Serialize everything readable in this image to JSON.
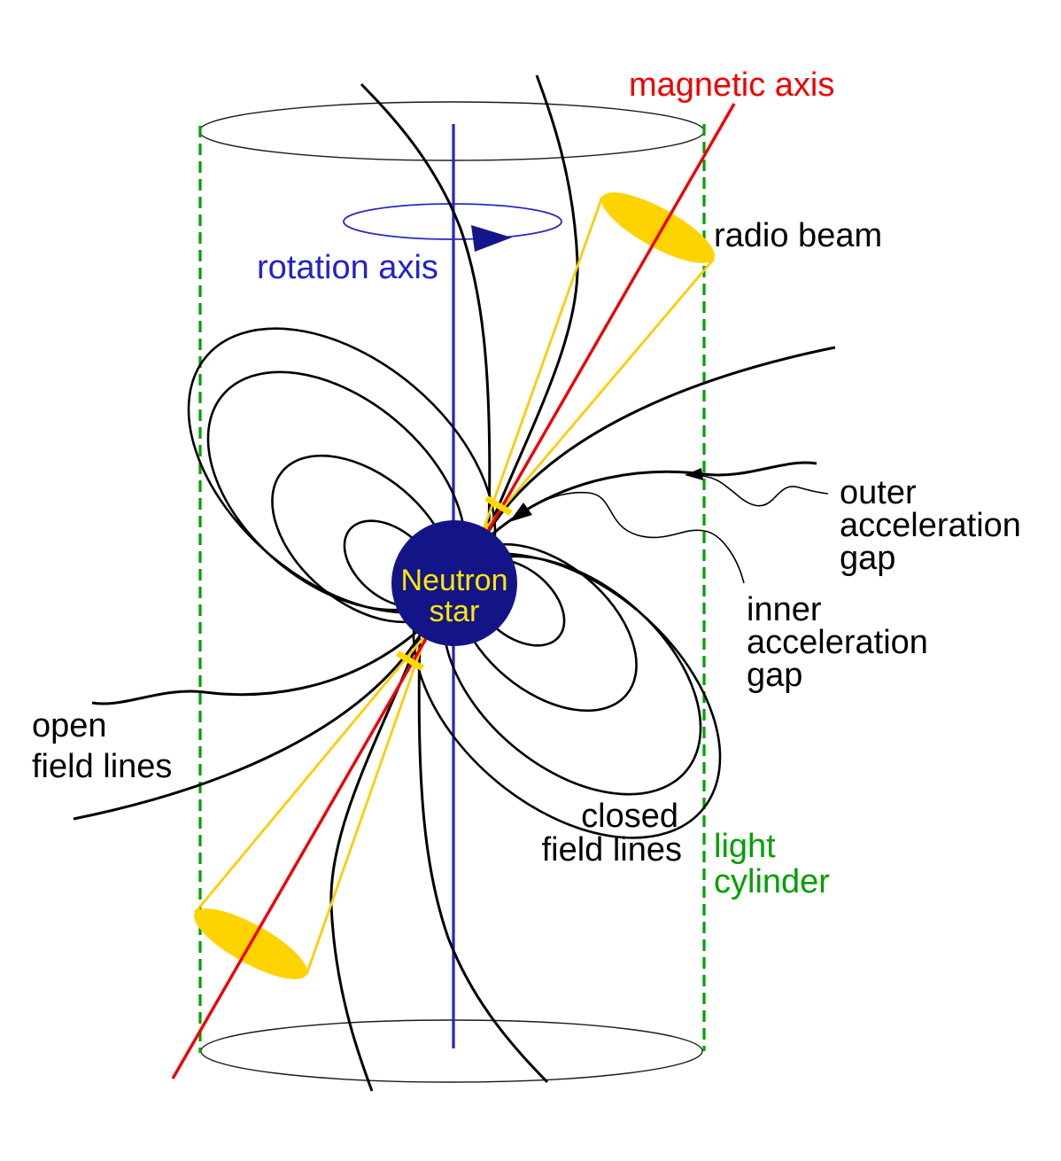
{
  "figure": {
    "type": "pulsar magnetosphere diagram",
    "background": "#ffffff"
  },
  "labels": {
    "magnetic_axis": {
      "text": "magnetic axis",
      "color": "#ee0000"
    },
    "rotation_axis": {
      "text": "rotation axis",
      "color": "#2222cc"
    },
    "radio_beam": {
      "text": "radio beam",
      "color": "#000000"
    },
    "outer_acceleration_gap": {
      "line1": "outer",
      "line2": "acceleration",
      "line3": "gap",
      "color": "#000000"
    },
    "inner_acceleration_gap": {
      "line1": "inner",
      "line2": "acceleration",
      "line3": "gap",
      "color": "#000000"
    },
    "open_field_lines": {
      "line1": "open",
      "line2": "field lines",
      "color": "#000000"
    },
    "closed_field_lines": {
      "line1": "closed",
      "line2": "field lines",
      "color": "#000000"
    },
    "light_cylinder": {
      "line1": "light",
      "line2": "cylinder",
      "color": "#00a000"
    },
    "neutron_star": {
      "line1": "Neutron",
      "line2": "star",
      "color": "#ffe800"
    }
  },
  "colors": {
    "magnetic_axis_line": "#ee0000",
    "rotation_axis_line": "#2323c8",
    "rotation_arrow": "#15158a",
    "neutron_star_fill": "#141489",
    "radio_beam_fill": "#ffd300",
    "beam_cone_edge": "#ffcc00",
    "acceleration_gap_marker": "#ffd900",
    "light_cylinder_dash": "#00a000",
    "field_lines": "#000000"
  },
  "icons": {
    "rotation_direction_arrow": "filled triangle pointing right on rotation ellipse",
    "inner_gap_arrow": "filled arrowhead pointing at inner acceleration gap",
    "outer_gap_arrow": "filled arrowhead pointing at outer acceleration gap"
  }
}
